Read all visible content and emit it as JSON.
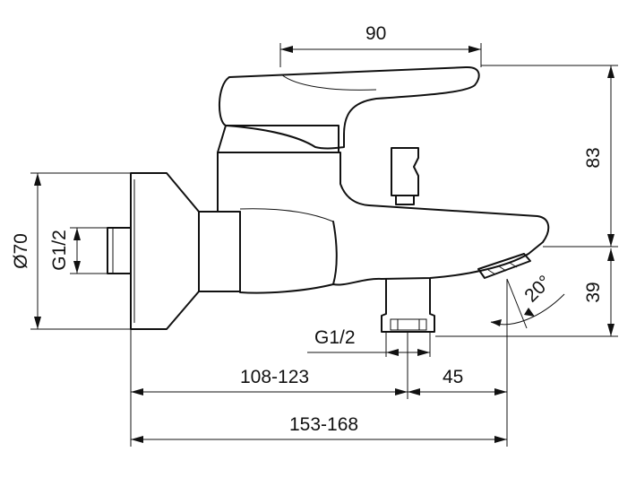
{
  "dimensions": {
    "handle_width": "90",
    "height_top": "83",
    "height_bottom": "39",
    "flange_diameter": "Ø70",
    "inlet_thread": "G1/2",
    "outlet_thread": "G1/2",
    "spout_angle": "20°",
    "wall_to_outlet": "108-123",
    "outlet_to_spout": "45",
    "total_projection": "153-168"
  }
}
